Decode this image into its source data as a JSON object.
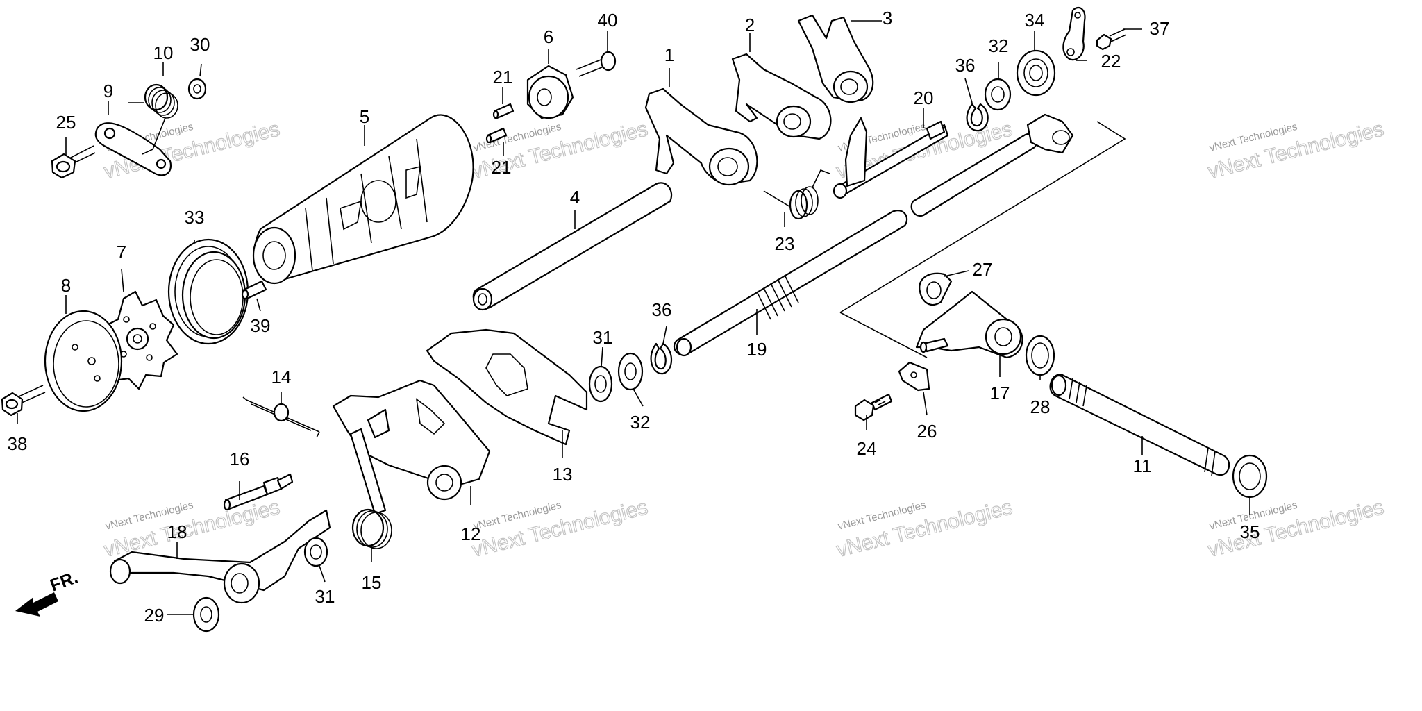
{
  "diagram": {
    "direction_label": "FR.",
    "watermark": [
      "vNext Technologies",
      "vNext Technologies"
    ],
    "callouts": [
      {
        "id": "c1",
        "text": "1"
      },
      {
        "id": "c2",
        "text": "2"
      },
      {
        "id": "c3",
        "text": "3"
      },
      {
        "id": "c4",
        "text": "4"
      },
      {
        "id": "c5",
        "text": "5"
      },
      {
        "id": "c6",
        "text": "6"
      },
      {
        "id": "c7",
        "text": "7"
      },
      {
        "id": "c8",
        "text": "8"
      },
      {
        "id": "c9",
        "text": "9"
      },
      {
        "id": "c10",
        "text": "10"
      },
      {
        "id": "c11",
        "text": "11"
      },
      {
        "id": "c12",
        "text": "12"
      },
      {
        "id": "c13",
        "text": "13"
      },
      {
        "id": "c14",
        "text": "14"
      },
      {
        "id": "c15",
        "text": "15"
      },
      {
        "id": "c16",
        "text": "16"
      },
      {
        "id": "c17",
        "text": "17"
      },
      {
        "id": "c18",
        "text": "18"
      },
      {
        "id": "c19",
        "text": "19"
      },
      {
        "id": "c20",
        "text": "20"
      },
      {
        "id": "c21a",
        "text": "21"
      },
      {
        "id": "c21b",
        "text": "21"
      },
      {
        "id": "c22",
        "text": "22"
      },
      {
        "id": "c23",
        "text": "23"
      },
      {
        "id": "c24",
        "text": "24"
      },
      {
        "id": "c25",
        "text": "25"
      },
      {
        "id": "c26",
        "text": "26"
      },
      {
        "id": "c27",
        "text": "27"
      },
      {
        "id": "c28",
        "text": "28"
      },
      {
        "id": "c29",
        "text": "29"
      },
      {
        "id": "c30",
        "text": "30"
      },
      {
        "id": "c31a",
        "text": "31"
      },
      {
        "id": "c31b",
        "text": "31"
      },
      {
        "id": "c32a",
        "text": "32"
      },
      {
        "id": "c32b",
        "text": "32"
      },
      {
        "id": "c33",
        "text": "33"
      },
      {
        "id": "c34",
        "text": "34"
      },
      {
        "id": "c35",
        "text": "35"
      },
      {
        "id": "c36a",
        "text": "36"
      },
      {
        "id": "c36b",
        "text": "36"
      },
      {
        "id": "c37",
        "text": "37"
      },
      {
        "id": "c38",
        "text": "38"
      },
      {
        "id": "c39",
        "text": "39"
      },
      {
        "id": "c40",
        "text": "40"
      }
    ]
  }
}
